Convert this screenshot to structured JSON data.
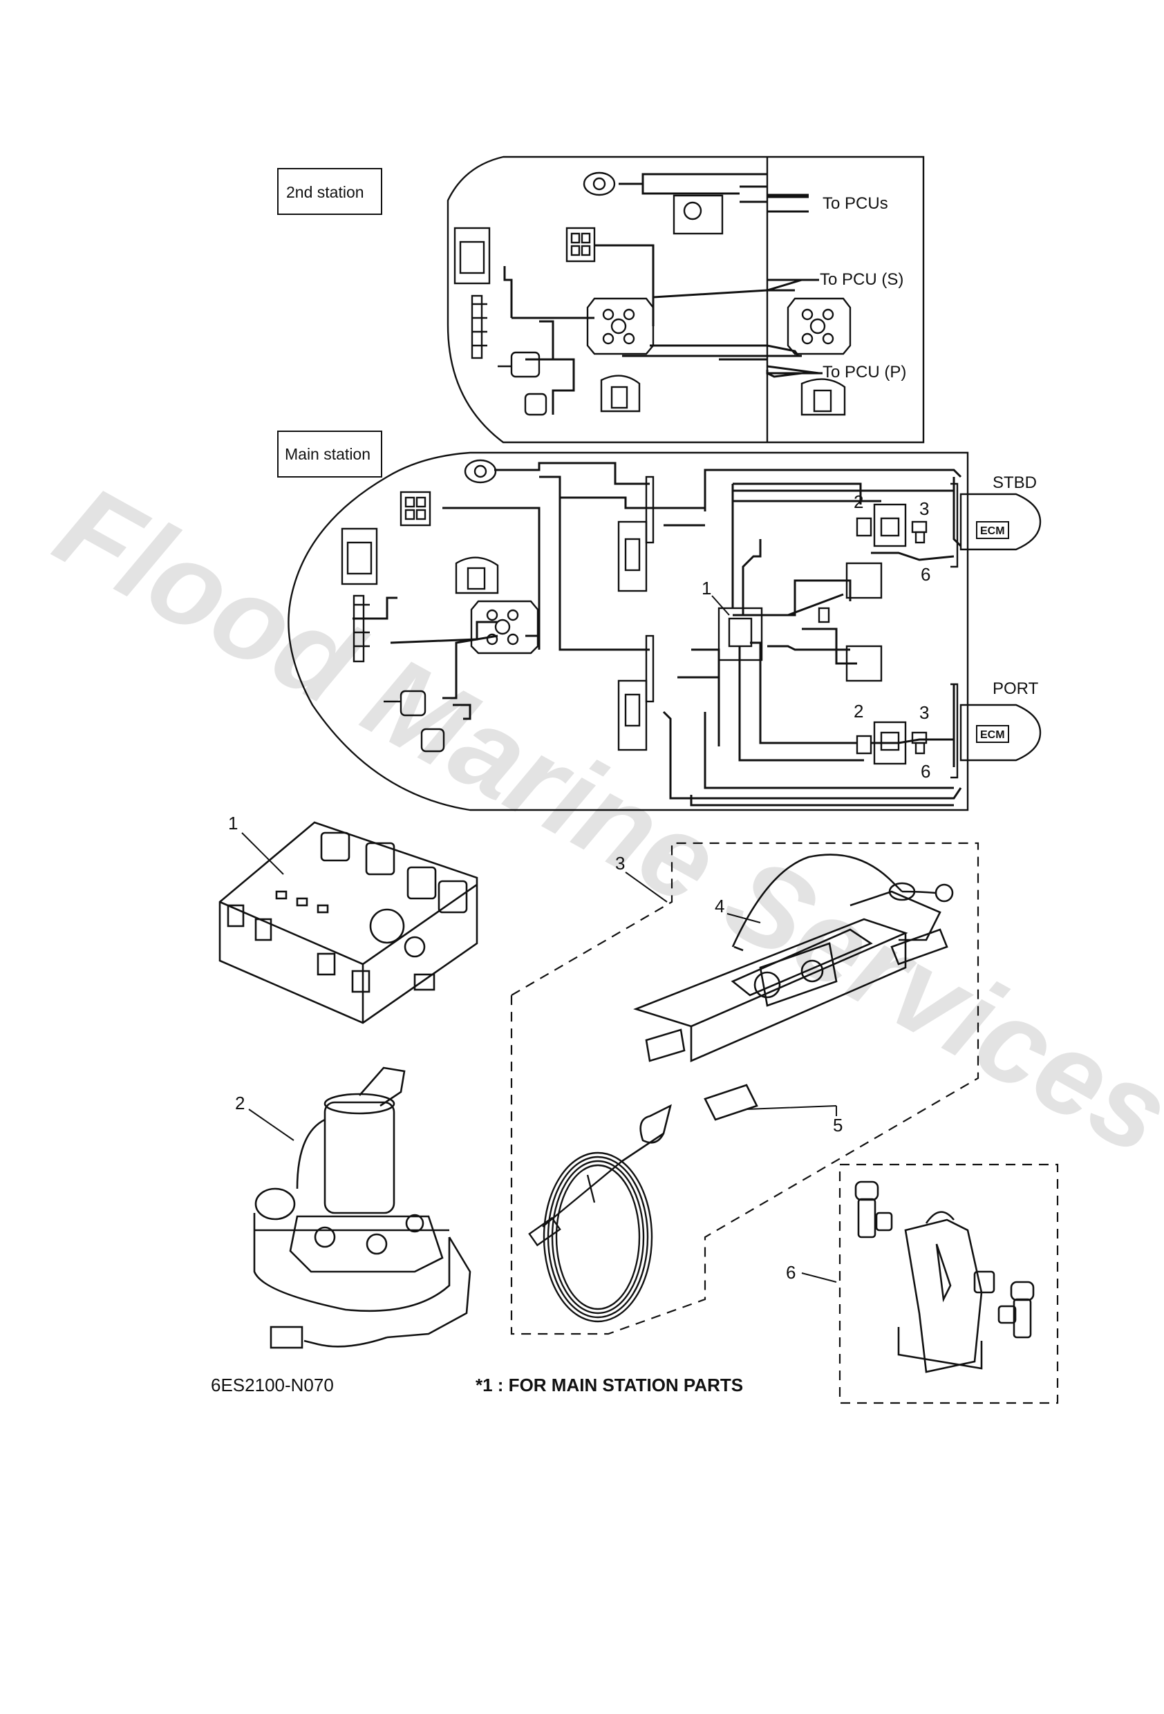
{
  "watermark": "Flood Marine Services",
  "stations": {
    "second_label": "2nd station",
    "main_label": "Main station",
    "to_pcus": "To PCUs",
    "to_pcu_s": "To PCU (S)",
    "to_pcu_p": "To PCU (P)",
    "stbd": "STBD",
    "port": "PORT",
    "ecm": "ECM"
  },
  "callouts": [
    "1",
    "2",
    "3",
    "4",
    "5",
    "6"
  ],
  "footer": {
    "part_code": "6ES2100-N070",
    "note": "*1 : FOR MAIN STATION PARTS"
  }
}
